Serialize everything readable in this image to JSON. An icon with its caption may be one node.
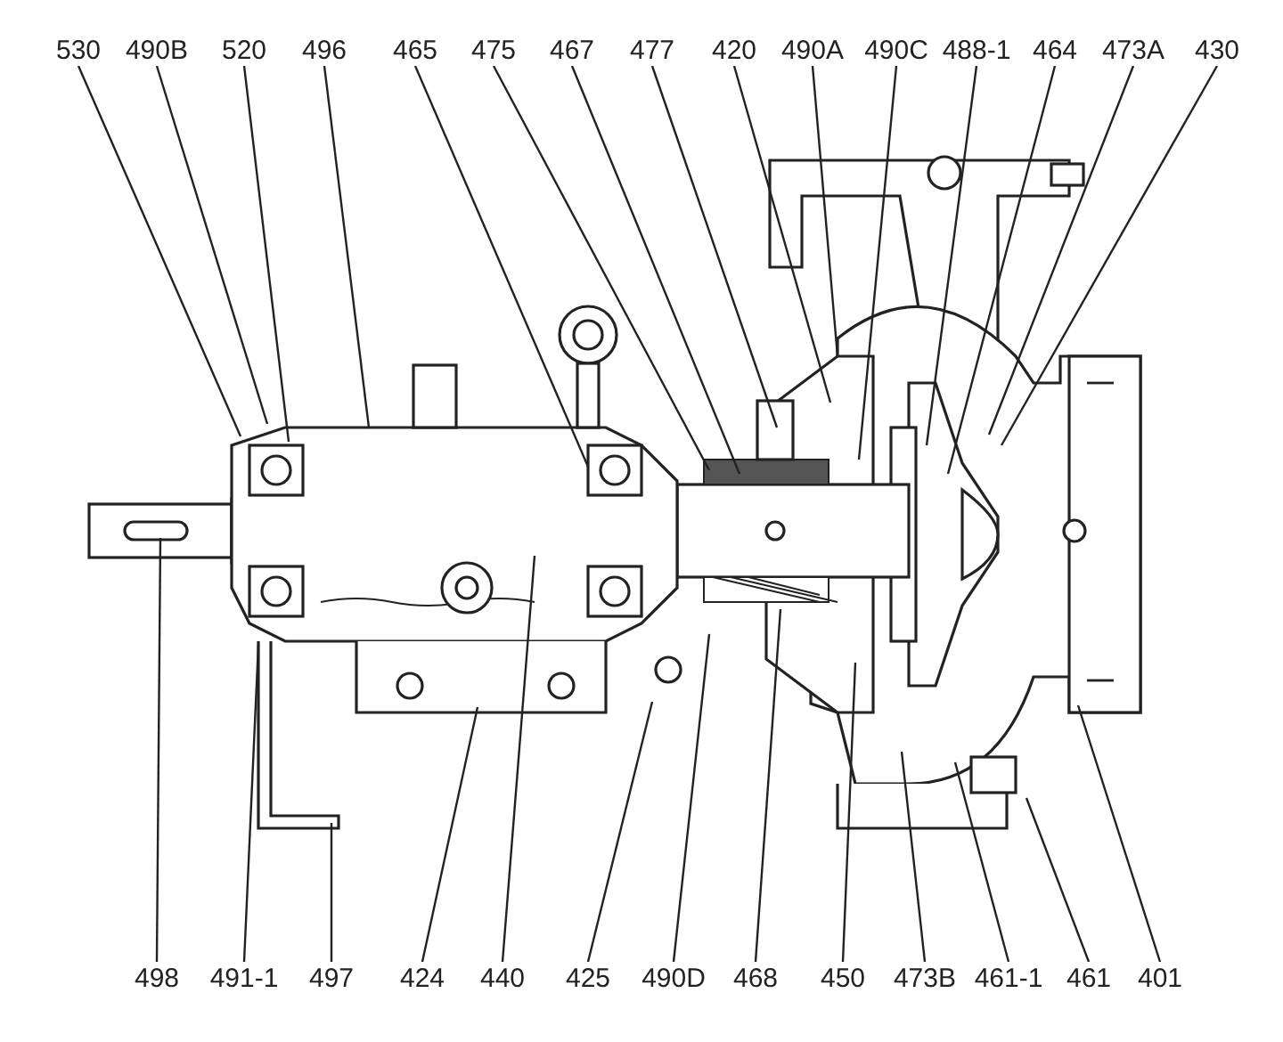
{
  "diagram": {
    "nodes": [
      {
        "text": [
          "530"
        ]
      },
      {
        "text": [
          "490B"
        ]
      },
      {
        "text": [
          "520"
        ]
      },
      {
        "text": [
          "496"
        ]
      },
      {
        "text": [
          "465"
        ]
      },
      {
        "text": [
          "475"
        ]
      },
      {
        "text": [
          "467"
        ]
      },
      {
        "text": [
          "477"
        ]
      },
      {
        "text": [
          "420"
        ]
      },
      {
        "text": [
          "490A"
        ]
      },
      {
        "text": [
          "490C"
        ]
      },
      {
        "text": [
          "488-1"
        ]
      },
      {
        "text": [
          "464"
        ]
      },
      {
        "text": [
          "473A"
        ]
      },
      {
        "text": [
          "430"
        ]
      },
      {
        "text": [
          "498"
        ]
      },
      {
        "text": [
          "491-1"
        ]
      },
      {
        "text": [
          "497"
        ]
      },
      {
        "text": [
          "424"
        ]
      },
      {
        "text": [
          "440"
        ]
      },
      {
        "text": [
          "425"
        ]
      },
      {
        "text": [
          "490D"
        ]
      },
      {
        "text": [
          "468"
        ]
      },
      {
        "text": [
          "450"
        ]
      },
      {
        "text": [
          "473B"
        ]
      },
      {
        "text": [
          "461-1"
        ]
      },
      {
        "text": [
          "461"
        ]
      },
      {
        "text": [
          "401"
        ]
      }
    ],
    "edges": [
      {
        "from": 0,
        "to": null,
        "arrow": "none"
      },
      {
        "from": 1,
        "to": null,
        "arrow": "none"
      },
      {
        "from": 2,
        "to": null,
        "arrow": "none"
      },
      {
        "from": 3,
        "to": null,
        "arrow": "none"
      },
      {
        "from": 4,
        "to": null,
        "arrow": "none"
      },
      {
        "from": 5,
        "to": null,
        "arrow": "none"
      },
      {
        "from": 6,
        "to": null,
        "arrow": "none"
      },
      {
        "from": 7,
        "to": null,
        "arrow": "none"
      },
      {
        "from": 8,
        "to": null,
        "arrow": "none"
      },
      {
        "from": 9,
        "to": null,
        "arrow": "none"
      },
      {
        "from": 10,
        "to": null,
        "arrow": "none"
      },
      {
        "from": 11,
        "to": null,
        "arrow": "none"
      },
      {
        "from": 12,
        "to": null,
        "arrow": "none"
      },
      {
        "from": 13,
        "to": null,
        "arrow": "none"
      },
      {
        "from": 14,
        "to": null,
        "arrow": "none"
      },
      {
        "from": 15,
        "to": null,
        "arrow": "none"
      },
      {
        "from": 16,
        "to": null,
        "arrow": "none"
      },
      {
        "from": 17,
        "to": null,
        "arrow": "none"
      },
      {
        "from": 18,
        "to": null,
        "arrow": "none"
      },
      {
        "from": 19,
        "to": null,
        "arrow": "none"
      },
      {
        "from": 20,
        "to": null,
        "arrow": "none"
      },
      {
        "from": 21,
        "to": null,
        "arrow": "none"
      },
      {
        "from": 22,
        "to": null,
        "arrow": "none"
      },
      {
        "from": 23,
        "to": null,
        "arrow": "none"
      },
      {
        "from": 24,
        "to": null,
        "arrow": "none"
      },
      {
        "from": 25,
        "to": null,
        "arrow": "none"
      },
      {
        "from": 26,
        "to": null,
        "arrow": "none"
      },
      {
        "from": 27,
        "to": null,
        "arrow": "none"
      }
    ]
  }
}
